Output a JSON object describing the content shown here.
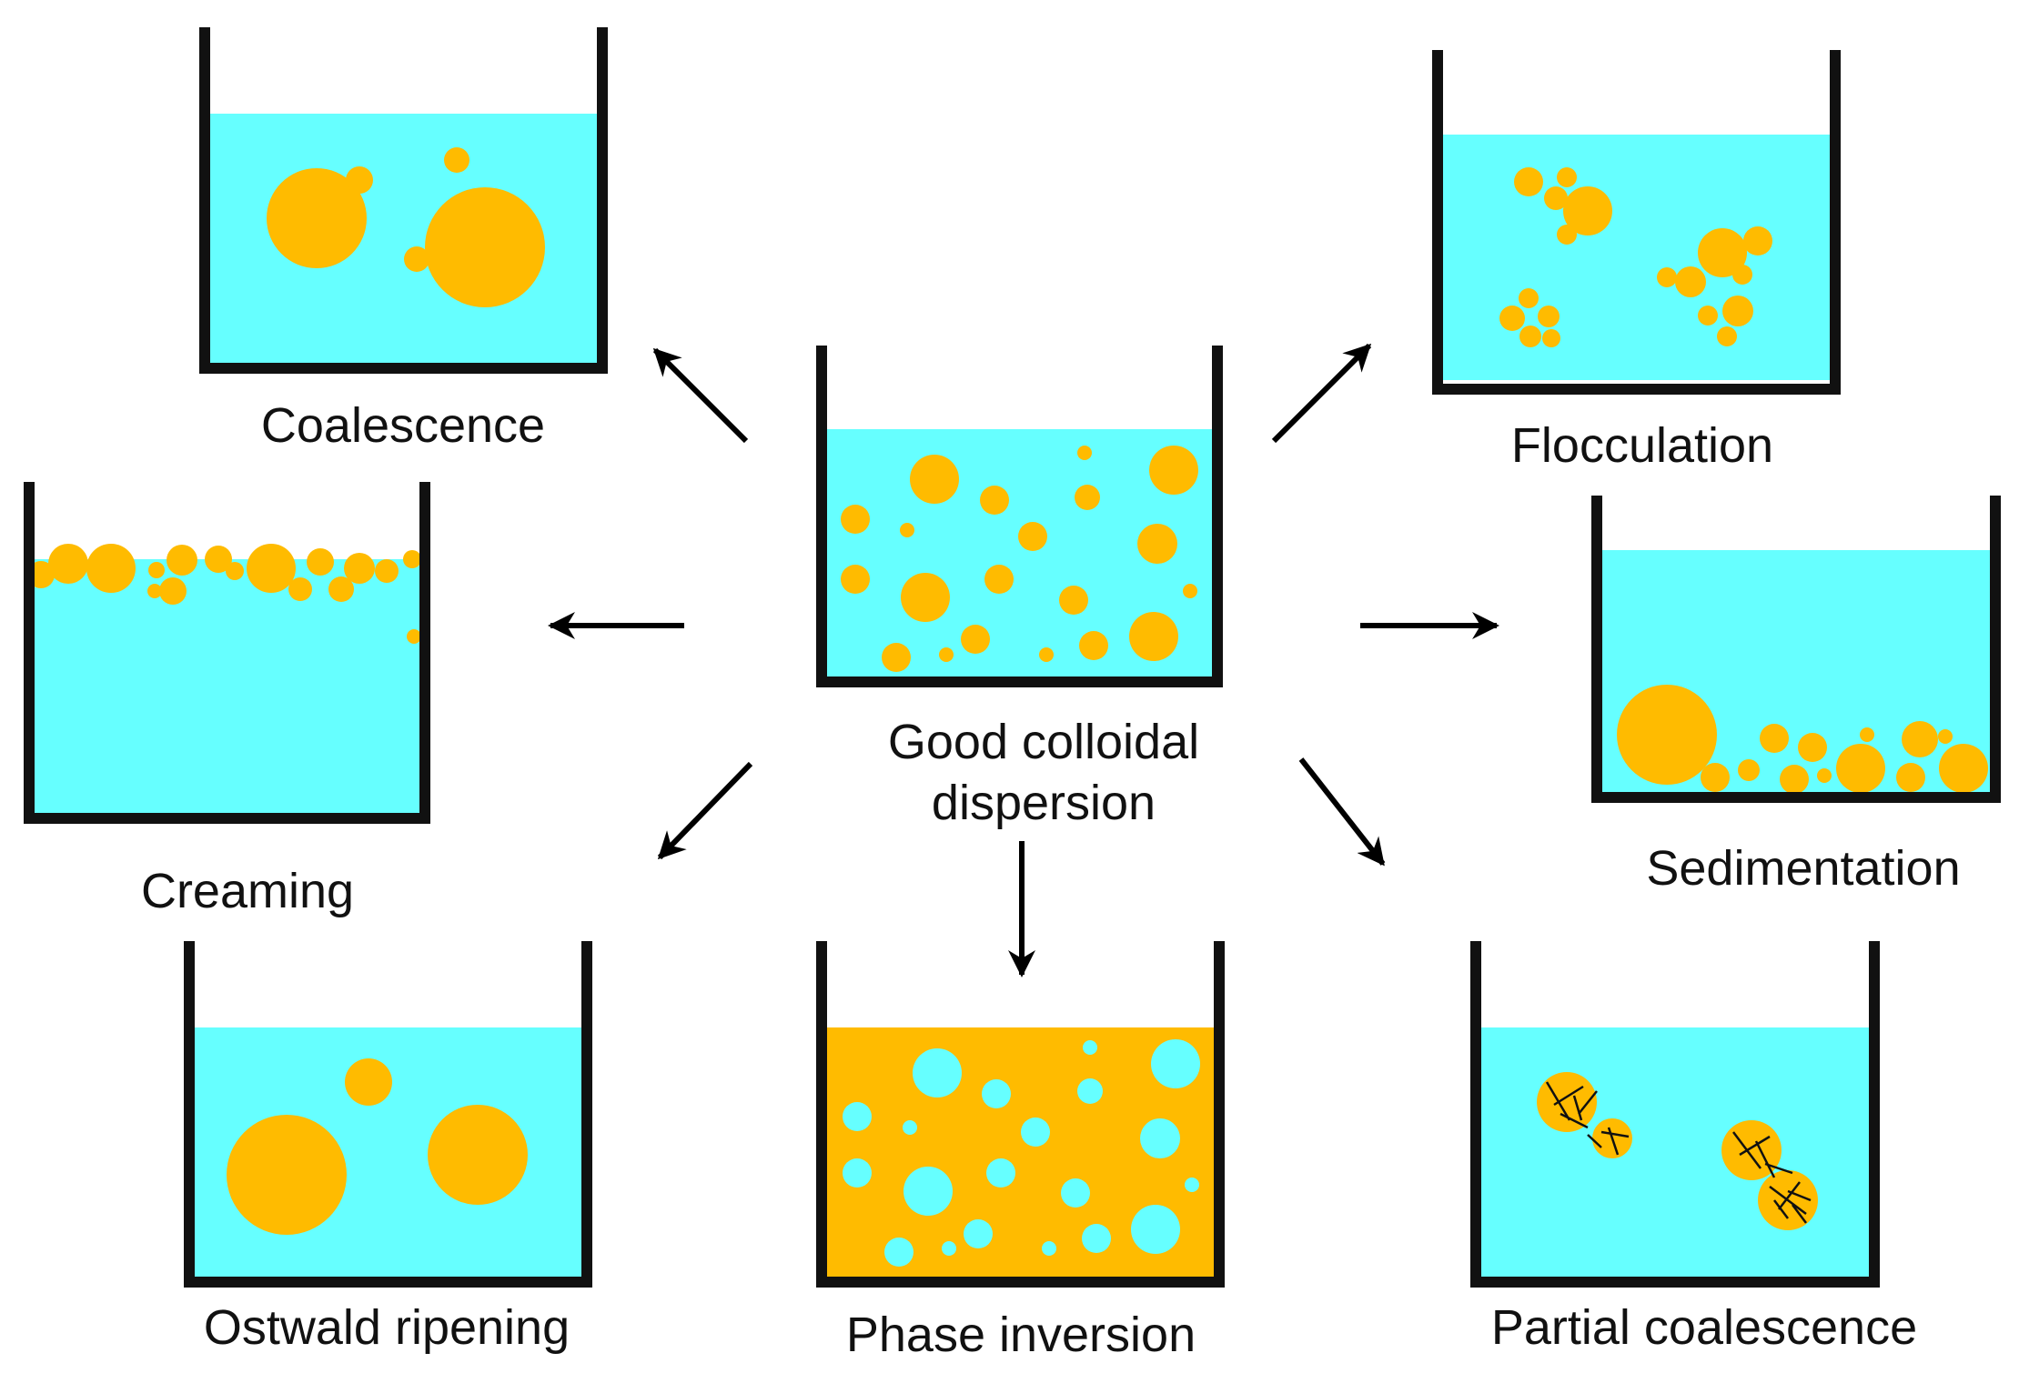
{
  "colors": {
    "water": "#66ffff",
    "oil": "#ffbb00",
    "wall": "#111111",
    "arrow": "#000000"
  },
  "center": {
    "line1": "Good colloidal",
    "line2": "dispersion"
  },
  "labels": {
    "coalescence": "Coalescence",
    "flocculation": "Flocculation",
    "creaming": "Creaming",
    "sedimentation": "Sedimentation",
    "ostwald": "Ostwald ripening",
    "phase_inversion": "Phase inversion",
    "partial_coalescence": "Partial coalescence"
  }
}
